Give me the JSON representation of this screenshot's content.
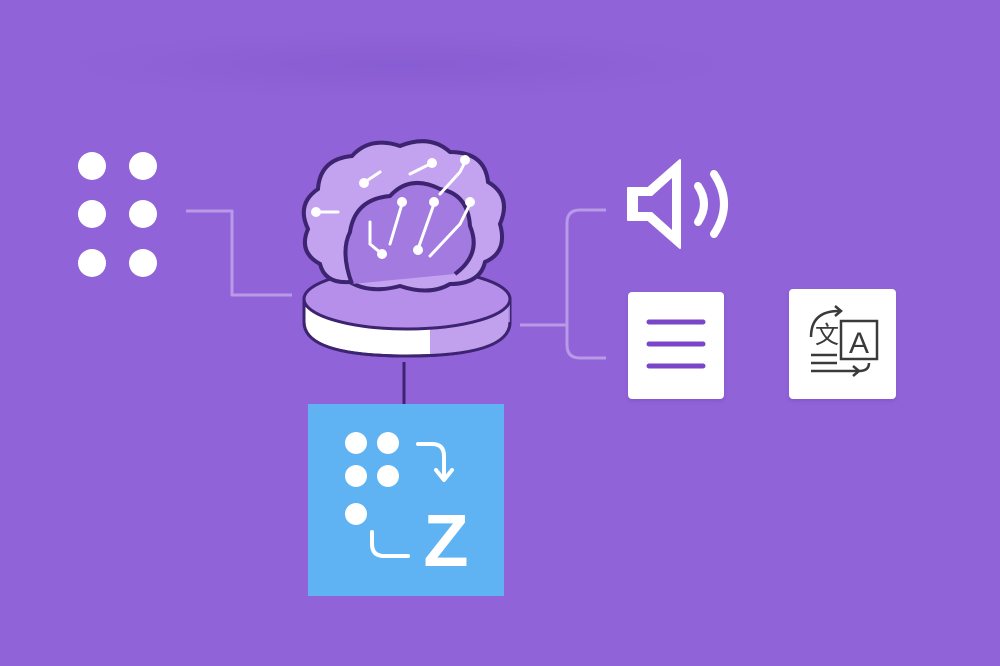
{
  "colors": {
    "background": "#9163d8",
    "connector": "#b99ae8",
    "brain_fill": "#c3a2f0",
    "brain_outline": "#3d2470",
    "disc_top": "#b68fea",
    "disc_side": "#ffffff",
    "braille_card": "#5fb3f3",
    "icon_white": "#ffffff",
    "text_lines": "#7a45c9",
    "translate_icon": "#3a3a3a"
  },
  "icons": {
    "left_input": "braille-six-dot-icon",
    "center": "brain-on-disc-icon",
    "audio_output": "speaker-icon",
    "text_output": "text-lines-icon",
    "translate_output": "translate-icon",
    "bottom": "braille-to-text-icon"
  },
  "braille_card": {
    "letter": "Z"
  },
  "translate_icon": {
    "glyph": "文",
    "latin": "A"
  }
}
